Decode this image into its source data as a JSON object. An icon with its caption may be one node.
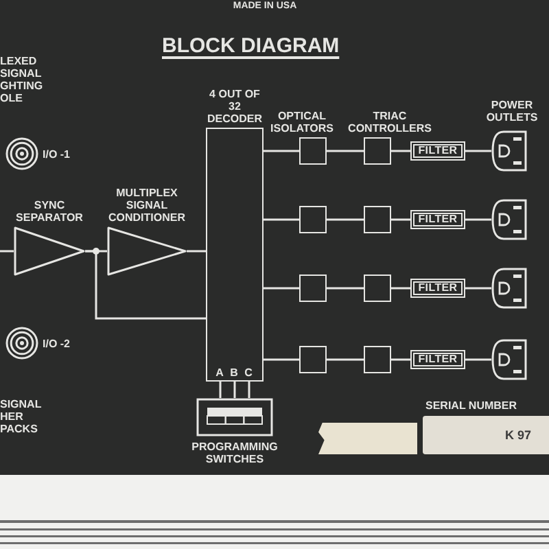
{
  "diagram": {
    "title": "BLOCK DIAGRAM",
    "nodes": [
      {
        "text": [],
        "shape": "circle",
        "beside": [
          "I/O -1"
        ]
      },
      {
        "text": [
          "SYNC SEPARATOR"
        ]
      },
      {
        "text": [
          "MULTIPLEX SIGNAL CONDITIONER"
        ]
      },
      {
        "text": [],
        "shape": "circle",
        "beside": [
          "I/O -2"
        ]
      },
      {
        "text": [
          "4 OUT OF 32 DECODER",
          "A",
          "B",
          "C"
        ]
      },
      {
        "text": [
          "PROGRAMMING SWITCHES"
        ]
      },
      {
        "text": [],
        "shape": "box"
      },
      {
        "text": [],
        "shape": "box"
      },
      {
        "text": [
          "FILTER"
        ]
      },
      {
        "text": [],
        "shape": "picture"
      },
      {
        "text": [],
        "shape": "box"
      },
      {
        "text": [],
        "shape": "box"
      },
      {
        "text": [
          "FILTER"
        ]
      },
      {
        "text": [],
        "shape": "picture"
      },
      {
        "text": [],
        "shape": "box"
      },
      {
        "text": [],
        "shape": "box"
      },
      {
        "text": [
          "FILTER"
        ]
      },
      {
        "text": [],
        "shape": "picture"
      },
      {
        "text": [],
        "shape": "box"
      },
      {
        "text": [],
        "shape": "box"
      },
      {
        "text": [
          "FILTER"
        ]
      },
      {
        "text": [],
        "shape": "picture"
      }
    ],
    "edges": [
      {
        "from": null,
        "to": 1,
        "arrow": "none"
      },
      {
        "from": 1,
        "to": 2,
        "arrow": "none"
      },
      {
        "from": 1,
        "to": 4,
        "arrow": "none"
      },
      {
        "from": 2,
        "to": 4,
        "arrow": "none"
      },
      {
        "from": 5,
        "to": 4,
        "arrow": "none"
      },
      {
        "from": 5,
        "to": 4,
        "arrow": "none"
      },
      {
        "from": 5,
        "to": 4,
        "arrow": "none"
      },
      {
        "from": 4,
        "to": 6,
        "arrow": "none"
      },
      {
        "from": 6,
        "to": 7,
        "arrow": "none"
      },
      {
        "from": 7,
        "to": 8,
        "arrow": "none"
      },
      {
        "from": 8,
        "to": 9,
        "arrow": "none"
      },
      {
        "from": 4,
        "to": 10,
        "arrow": "none"
      },
      {
        "from": 10,
        "to": 11,
        "arrow": "none"
      },
      {
        "from": 11,
        "to": 12,
        "arrow": "none"
      },
      {
        "from": 12,
        "to": 13,
        "arrow": "none"
      },
      {
        "from": 4,
        "to": 14,
        "arrow": "none"
      },
      {
        "from": 14,
        "to": 15,
        "arrow": "none"
      },
      {
        "from": 15,
        "to": 16,
        "arrow": "none"
      },
      {
        "from": 16,
        "to": 17,
        "arrow": "none"
      },
      {
        "from": 4,
        "to": 18,
        "arrow": "none"
      },
      {
        "from": 18,
        "to": 19,
        "arrow": "none"
      },
      {
        "from": 19,
        "to": 20,
        "arrow": "none"
      },
      {
        "from": 20,
        "to": 21,
        "arrow": "none"
      }
    ],
    "labels": [
      "MADE IN USA",
      "LEXED SIGNAL GHTING OLE",
      "POWER OUTLETS",
      "OPTICAL ISOLATORS",
      "TRIAC CONTROLLERS",
      "SIGNAL HER PACKS",
      "SERIAL NUMBER",
      "K 97"
    ]
  }
}
